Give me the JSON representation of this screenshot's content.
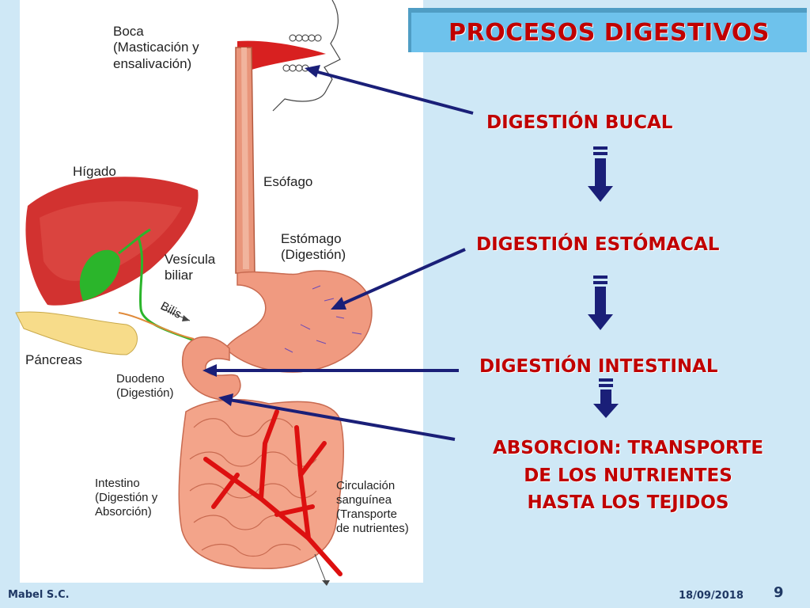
{
  "title": "PROCESOS DIGESTIVOS",
  "steps": {
    "bucal": "DIGESTIÓN  BUCAL",
    "estomacal": "DIGESTIÓN ESTÓMACAL",
    "intestinal": "DIGESTIÓN INTESTINAL",
    "absorcion_1": "ABSORCION: TRANSPORTE",
    "absorcion_2": "DE LOS NUTRIENTES",
    "absorcion_3": "HASTA LOS TEJIDOS"
  },
  "diagram_labels": {
    "boca": "Boca\n(Masticación y\nensalivación)",
    "higado": "Hígado",
    "esofago": "Esófago",
    "estomago": "Estómago\n(Digestión)",
    "vesicula": "Vesícula\nbiliar",
    "bilis": "Bilis",
    "pancreas": "Páncreas",
    "duodeno": "Duodeno\n(Digestión)",
    "intestino": "Intestino\n(Digestión y\nAbsorción)",
    "circulacion": "Circulación\nsanguínea\n(Transporte\nde nutrientes)"
  },
  "footer": {
    "author": "Mabel S.C.",
    "date": "18/09/2018",
    "page": "9"
  },
  "colors": {
    "title_text": "#c00000",
    "arrow": "#1a1f78",
    "title_box": "#6ec2ec"
  }
}
